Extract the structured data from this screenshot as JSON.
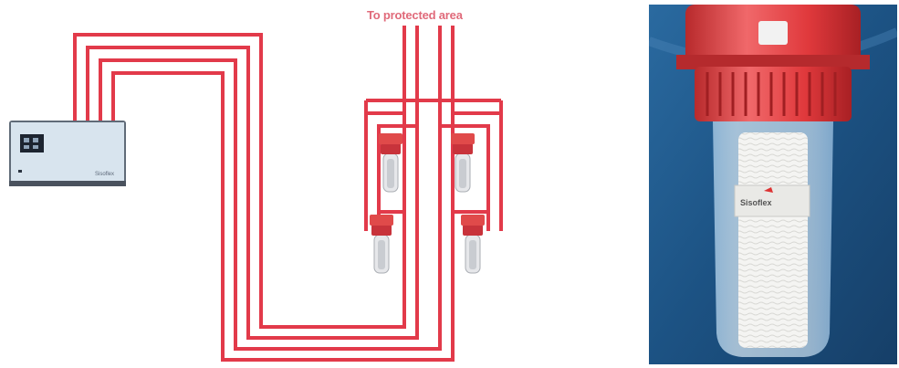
{
  "diagram": {
    "destination_label": "To protected area",
    "pipe_color": "#e23a4a",
    "controller_brand": "Sisoflex",
    "filter_cap_color": "#e04a4a"
  },
  "photo": {
    "product_brand": "Sisoflex",
    "background_color": "#1f5a8c",
    "cap_color": "#e8494b"
  }
}
